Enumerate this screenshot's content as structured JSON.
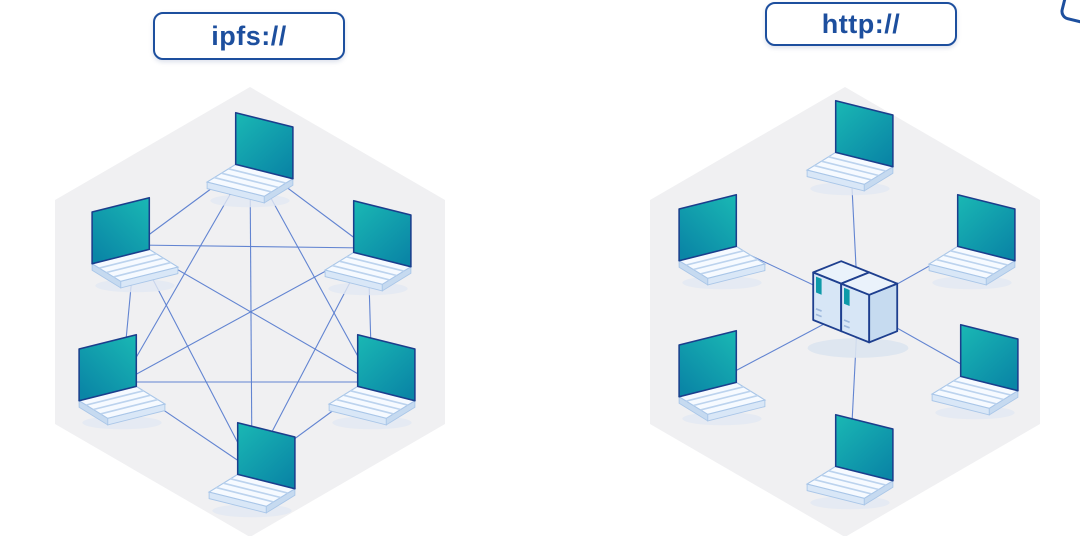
{
  "labels": {
    "ipfs": "ipfs://",
    "http": "http://"
  },
  "colors": {
    "accent": "#1d4f9e",
    "navy": "#1e3f8f",
    "teal": "#0d9aa9",
    "line": "#5b7fd0",
    "hexagon": "#f0f0f2",
    "background": "#ffffff"
  },
  "networks": [
    {
      "id": "ipfs",
      "label": "ipfs://",
      "topology": "mesh",
      "node_type": "laptop",
      "node_count": 6,
      "connections": "every laptop connected to every other laptop"
    },
    {
      "id": "http",
      "label": "http://",
      "topology": "star",
      "node_type": "laptop",
      "node_count": 6,
      "hub": "server",
      "connections": "each laptop connected to a central server"
    }
  ]
}
